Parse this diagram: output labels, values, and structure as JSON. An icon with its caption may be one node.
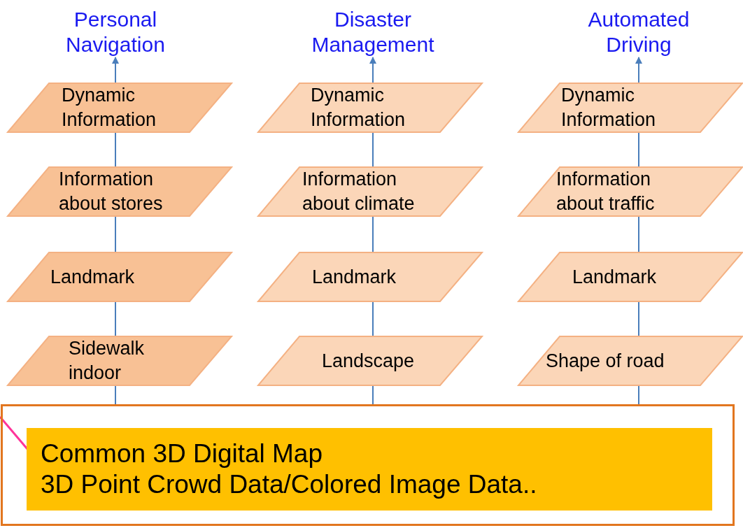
{
  "diagram": {
    "nodes": [
      {
        "text": [
          "Personal Navigation"
        ]
      },
      {
        "text": [
          "Disaster Management"
        ]
      },
      {
        "text": [
          "Automated Driving"
        ]
      },
      {
        "text": [
          "Dynamic Information"
        ]
      },
      {
        "text": [
          "Dynamic Information"
        ]
      },
      {
        "text": [
          "Dynamic Information"
        ]
      },
      {
        "text": [
          "Information about stores"
        ]
      },
      {
        "text": [
          "Information about climate"
        ]
      },
      {
        "text": [
          "Information about traffic"
        ]
      },
      {
        "text": [
          "Landmark"
        ]
      },
      {
        "text": [
          "Landmark"
        ]
      },
      {
        "text": [
          "Landmark"
        ]
      },
      {
        "text": [
          "Sidewalk indoor"
        ]
      },
      {
        "text": [
          "Landscape"
        ]
      },
      {
        "text": [
          "Shape of road"
        ]
      },
      {
        "text": [],
        "shape": "box"
      },
      {
        "text": [
          "Common 3D Digital Map",
          "3D Point Crowd Data/Colored Image Data.."
        ],
        "in": 15
      }
    ],
    "edges": [
      {
        "from": 15,
        "to": 12,
        "arrow": "none"
      },
      {
        "from": 12,
        "to": 9,
        "arrow": "none"
      },
      {
        "from": 9,
        "to": 6,
        "arrow": "none"
      },
      {
        "from": 6,
        "to": 3,
        "arrow": "none"
      },
      {
        "from": 3,
        "to": 0,
        "arrow": "to"
      },
      {
        "from": 15,
        "to": 13,
        "arrow": "none"
      },
      {
        "from": 13,
        "to": 10,
        "arrow": "none"
      },
      {
        "from": 10,
        "to": 7,
        "arrow": "none"
      },
      {
        "from": 7,
        "to": 4,
        "arrow": "none"
      },
      {
        "from": 4,
        "to": 1,
        "arrow": "to"
      },
      {
        "from": 15,
        "to": 14,
        "arrow": "none"
      },
      {
        "from": 14,
        "to": 11,
        "arrow": "none"
      },
      {
        "from": 11,
        "to": 8,
        "arrow": "none"
      },
      {
        "from": 8,
        "to": 5,
        "arrow": "none"
      },
      {
        "from": 5,
        "to": 2,
        "arrow": "to"
      },
      {
        "from": null,
        "to": 16,
        "arrow": "none",
        "color": "#ff3399"
      }
    ]
  }
}
